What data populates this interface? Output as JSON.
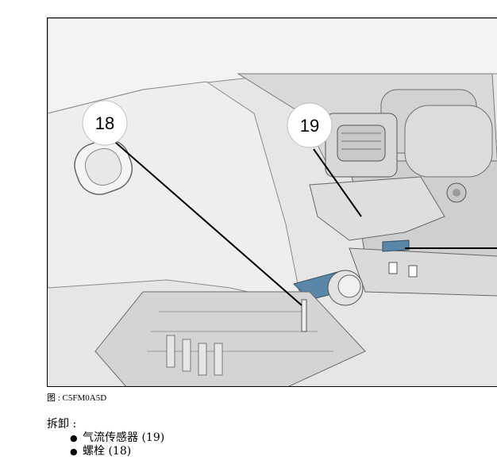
{
  "figure": {
    "callouts": [
      {
        "id": "18",
        "label": "18"
      },
      {
        "id": "19",
        "label": "19"
      }
    ],
    "caption": "图 : C5FM0A5D"
  },
  "instructions": {
    "action": "拆卸 :",
    "steps": [
      {
        "text": "气流传感器 (19)"
      },
      {
        "text": "螺栓 (18)"
      }
    ]
  }
}
